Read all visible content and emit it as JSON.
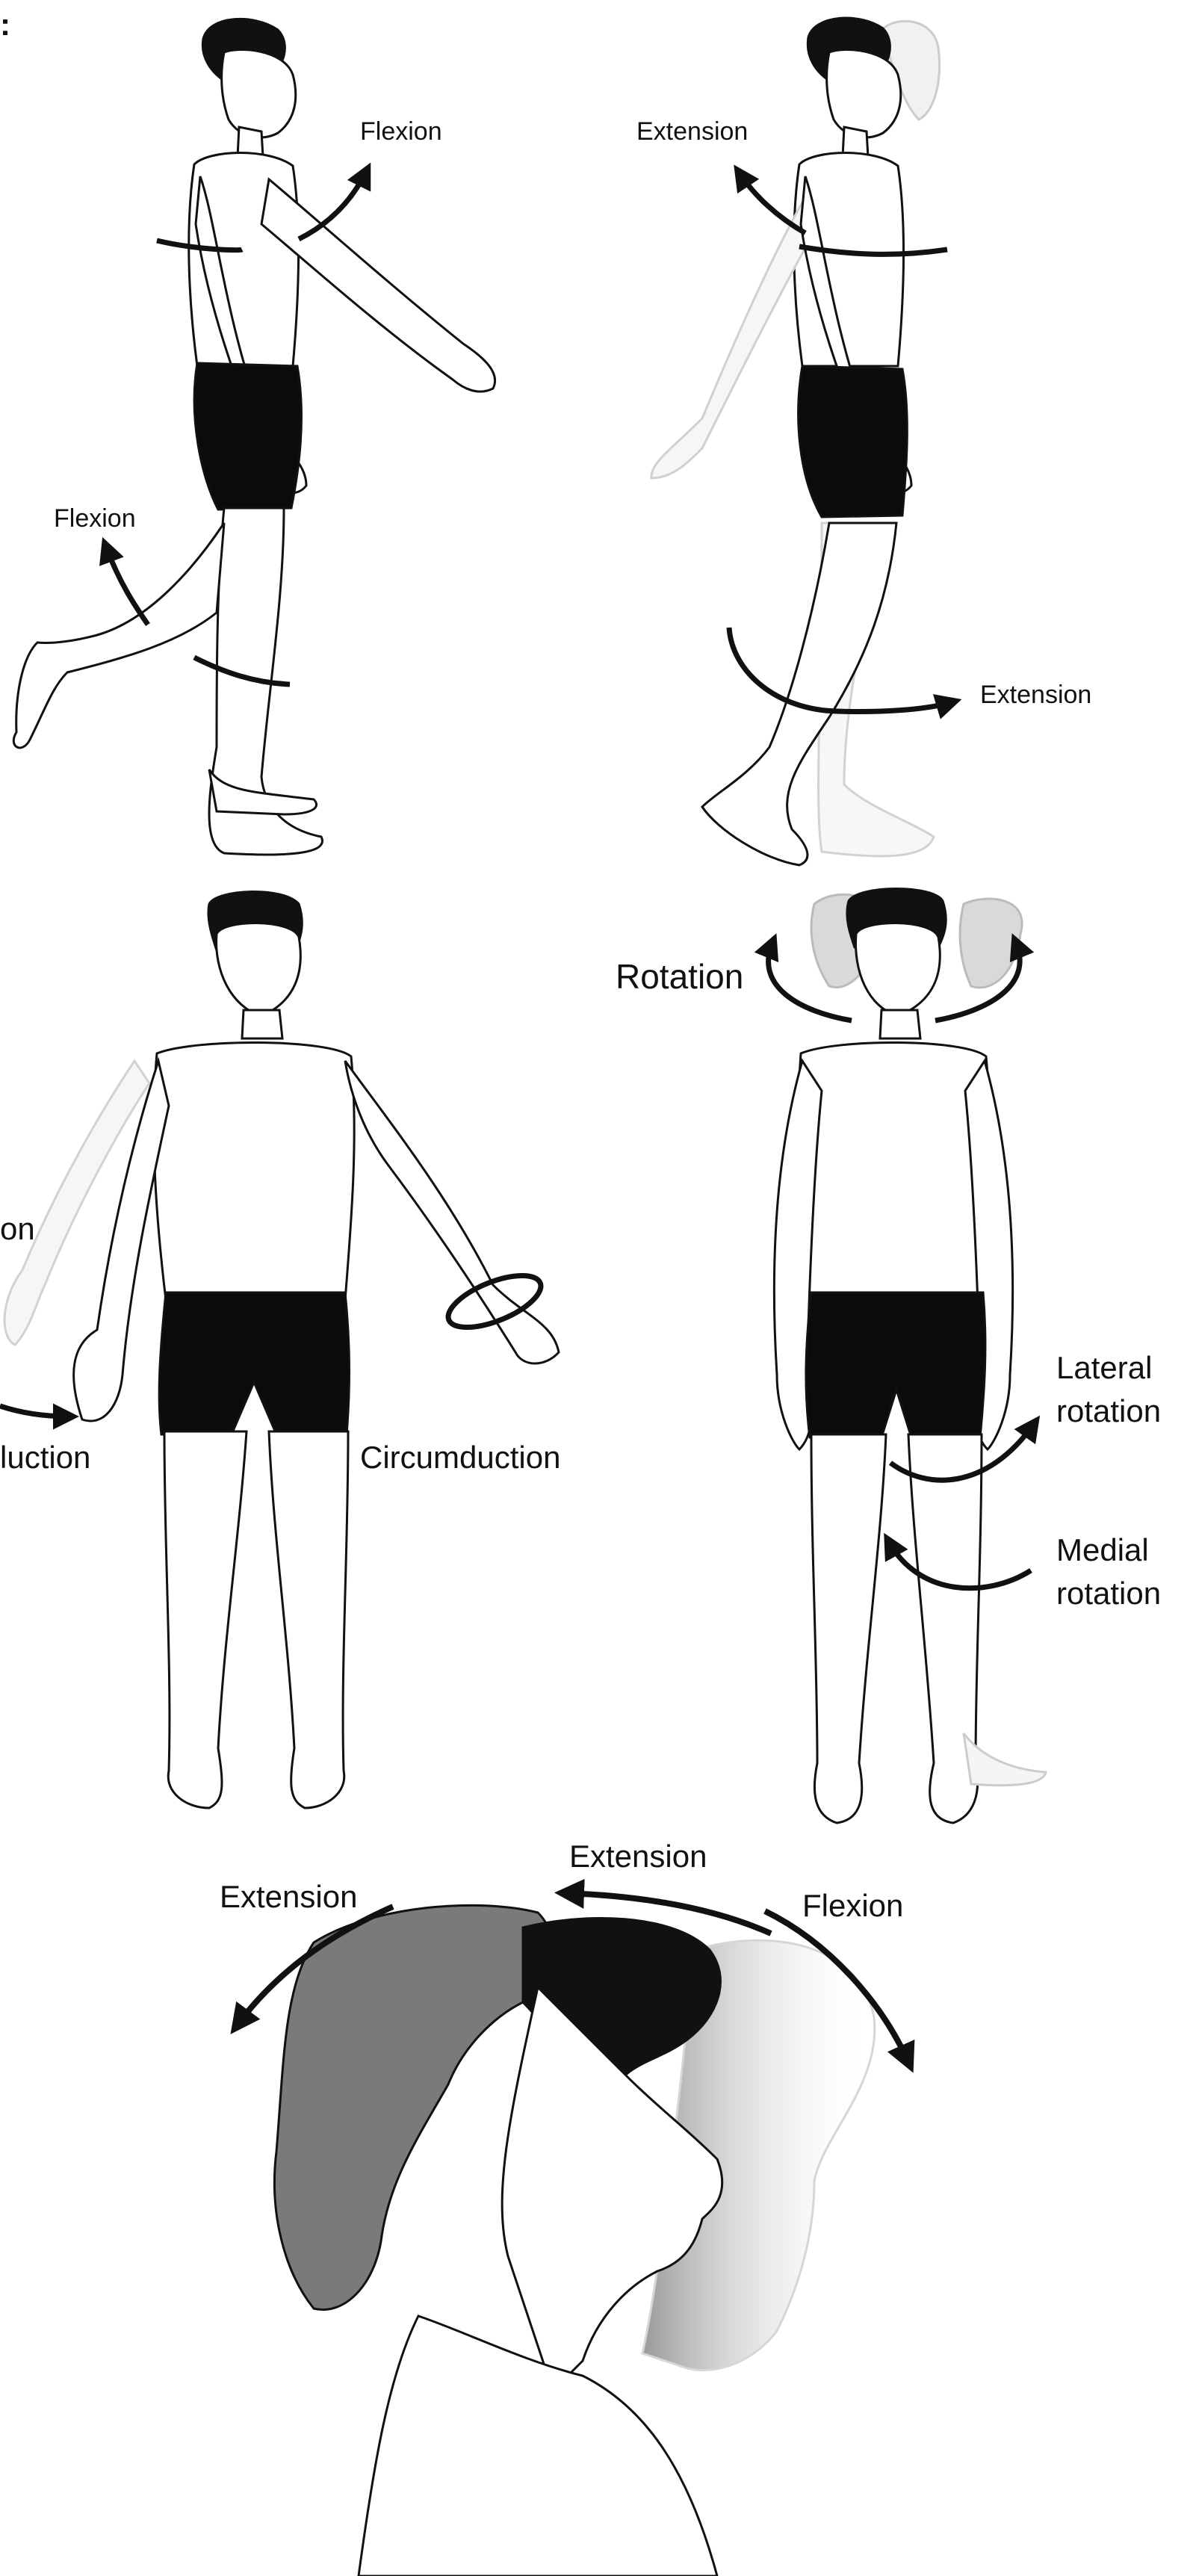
{
  "panel_marker": ":",
  "panels": {
    "flexion": {
      "arm_label": "Flexion",
      "leg_label": "Flexion"
    },
    "extension": {
      "arm_label": "Extension",
      "leg_label": "Extension"
    },
    "circumduction": {
      "left_upper_fragment": "on",
      "left_lower_fragment": "luction",
      "label": "Circumduction"
    },
    "rotation": {
      "head_label": "Rotation",
      "lateral_label_line1": "Lateral",
      "lateral_label_line2": "rotation",
      "medial_label_line1": "Medial",
      "medial_label_line2": "rotation"
    },
    "neck": {
      "extension_left_label": "Extension",
      "extension_top_label": "Extension",
      "flexion_label": "Flexion"
    }
  },
  "colors": {
    "ink": "#111111",
    "shorts": "#0b0b0b",
    "hair": "#111111",
    "ghost": "#c8c8c8",
    "gray_head": "#7a7a7a",
    "skin": "#ffffff"
  }
}
